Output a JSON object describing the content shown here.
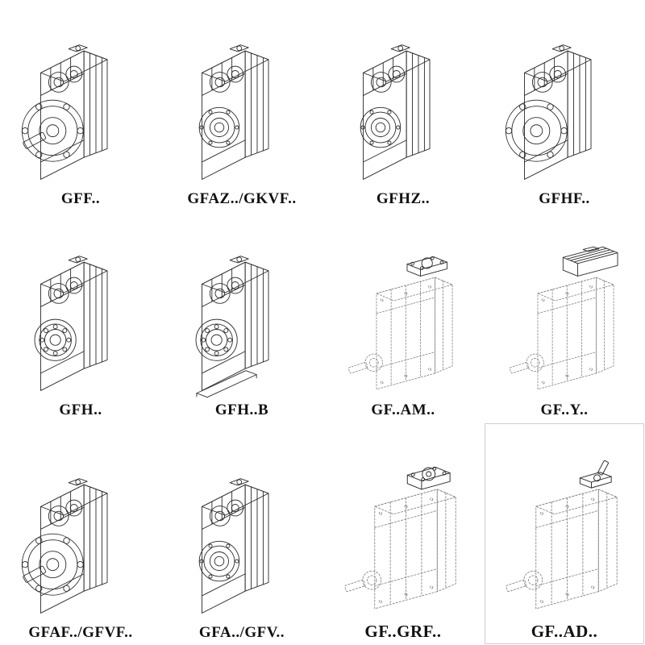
{
  "page": {
    "background_color": "#ffffff",
    "line_color": "#2b2b2b",
    "dashed_line_color": "#868686",
    "label_color": "#111111"
  },
  "catalog": {
    "items": [
      {
        "label": "GFF..",
        "drawing": "gearbox-flange-output-with-shaft"
      },
      {
        "label": "GFAZ../GKVF..",
        "drawing": "gearbox-hollow-shaft"
      },
      {
        "label": "GFHZ..",
        "drawing": "gearbox-hollow-shaft"
      },
      {
        "label": "GFHF..",
        "drawing": "gearbox-flange-output"
      },
      {
        "label": "GFH..",
        "drawing": "gearbox-bearing-face"
      },
      {
        "label": "GFH..B",
        "drawing": "gearbox-bearing-face-base"
      },
      {
        "label": "GF..AM..",
        "drawing": "gearbox-motor-adapter-dashed"
      },
      {
        "label": "GF..Y..",
        "drawing": "gearbox-with-motor-dashed"
      },
      {
        "label": "GFAF../GFVF..",
        "drawing": "gearbox-flange-output-with-shaft"
      },
      {
        "label": "GFA../GFV..",
        "drawing": "gearbox-hollow-shaft"
      },
      {
        "label": "GF..GRF..",
        "drawing": "gearbox-input-flange-dashed"
      },
      {
        "label": "GF..AD..",
        "drawing": "gearbox-input-shaft-dashed"
      }
    ]
  }
}
